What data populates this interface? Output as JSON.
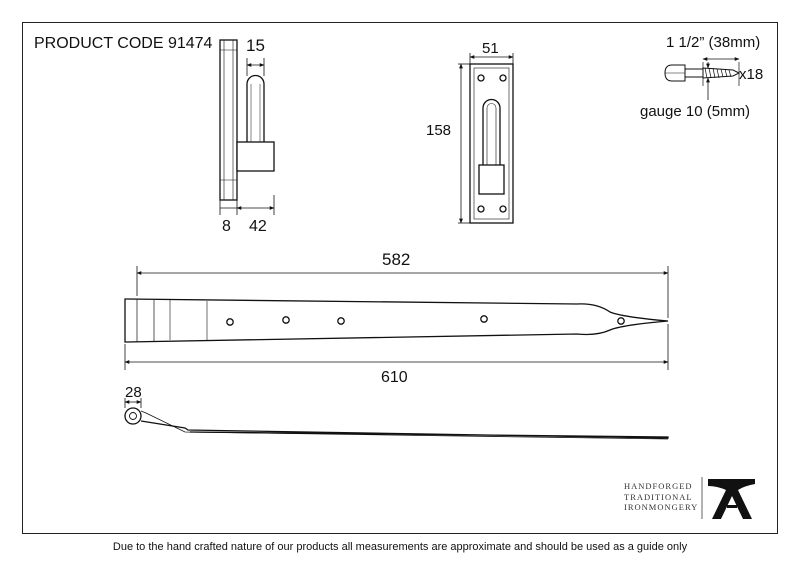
{
  "product_code": "PRODUCT CODE 91474",
  "screw": {
    "length": "1 1/2” (38mm)",
    "quantity": "x18",
    "gauge": "gauge 10 (5mm)",
    "icon": "screw-icon"
  },
  "side_view": {
    "pin_diameter": "15",
    "plate_thickness": "8",
    "projection": "42"
  },
  "front_view": {
    "width": "51",
    "height": "158"
  },
  "strap_top": {
    "hole_span": "582",
    "overall_length": "610"
  },
  "strap_side": {
    "eye_diameter": "28"
  },
  "logo": {
    "lines": [
      "HANDFORGED",
      "TRADITIONAL",
      "IRONMONGERY"
    ],
    "icon": "anvil-icon"
  },
  "footer": "Due to the hand crafted nature of our products all measurements are approximate and should be used as a guide only"
}
